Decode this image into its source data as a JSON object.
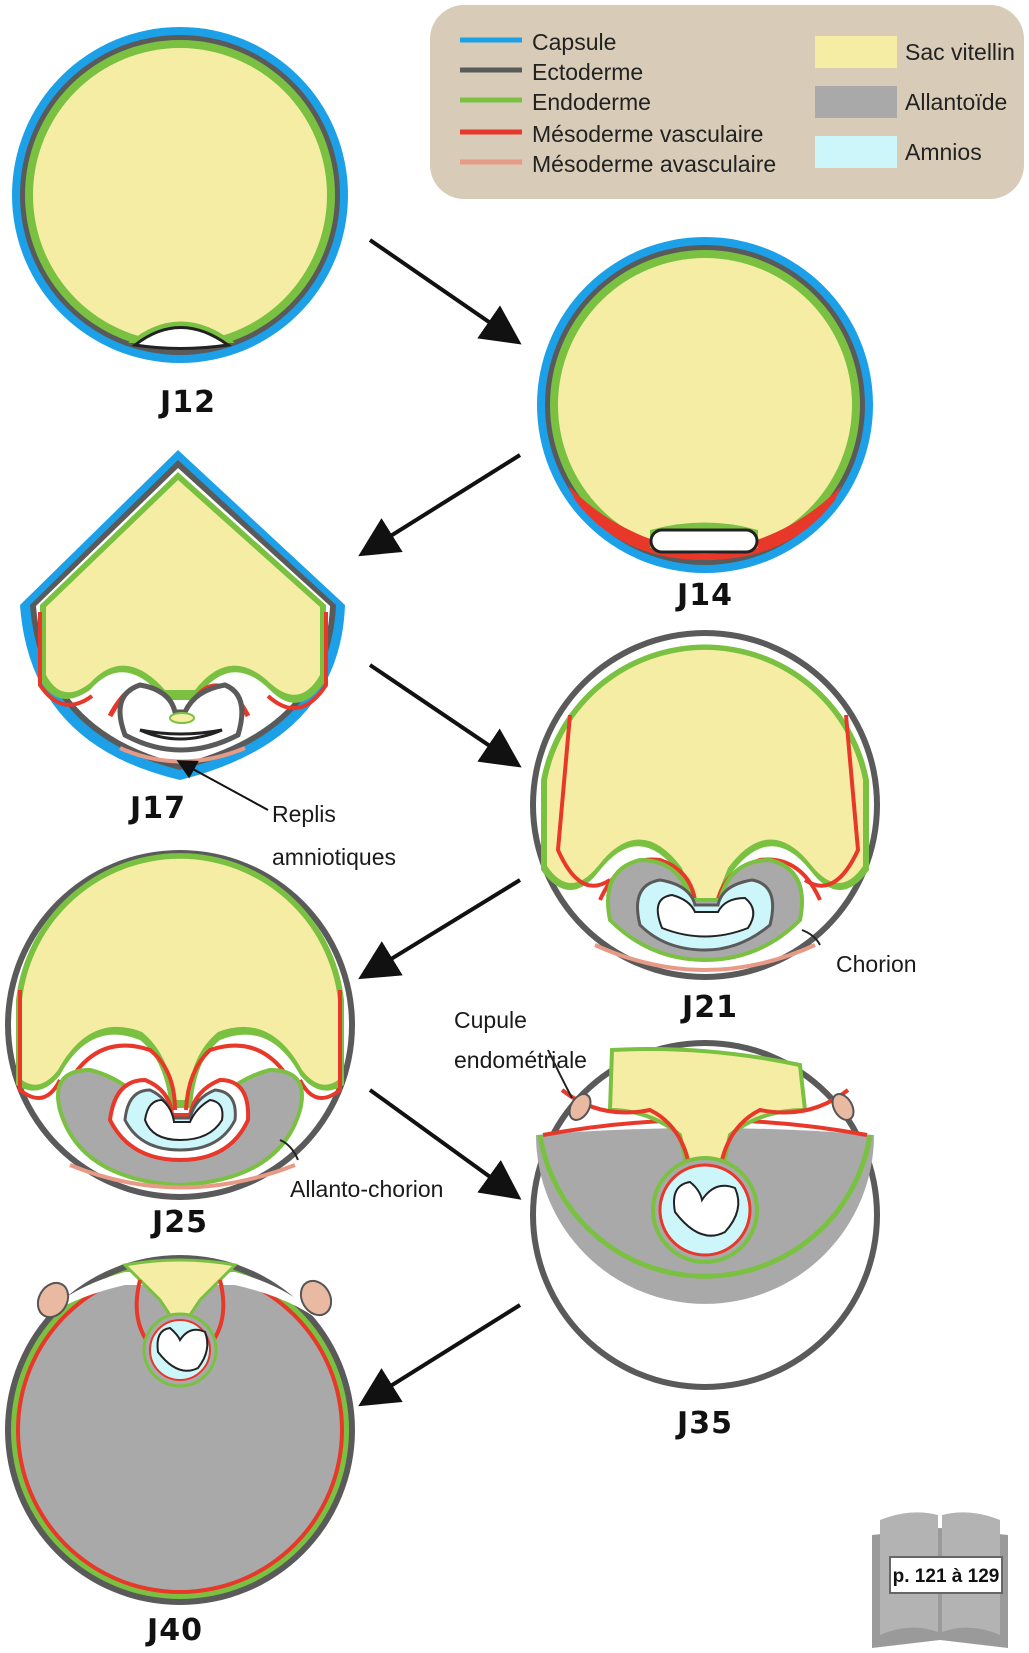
{
  "colors": {
    "capsule": "#1ca0e8",
    "ectoderm": "#5a5a5a",
    "endoderm": "#7ac142",
    "mesoderm_vascular": "#e8382a",
    "mesoderm_avascular": "#e79a86",
    "yolk_sac": "#f6eda5",
    "allantois": "#a9a9a9",
    "amnion": "#cdf6fb",
    "legend_bg": "#d8ccb8",
    "arrow": "#111111",
    "cup": "#e9b9a2"
  },
  "legend": {
    "lines": [
      {
        "label": "Capsule",
        "color_key": "capsule"
      },
      {
        "label": "Ectoderme",
        "color_key": "ectoderm"
      },
      {
        "label": "Endoderme",
        "color_key": "endoderm"
      },
      {
        "label": "Mésoderme vasculaire",
        "color_key": "mesoderm_vascular"
      },
      {
        "label": "Mésoderme avasculaire",
        "color_key": "mesoderm_avascular"
      }
    ],
    "swatches": [
      {
        "label": "Sac vitellin",
        "color_key": "yolk_sac"
      },
      {
        "label": "Allantoïde",
        "color_key": "allantois"
      },
      {
        "label": "Amnios",
        "color_key": "amnion"
      }
    ]
  },
  "stages": [
    "J12",
    "J14",
    "J17",
    "J21",
    "J25",
    "J35",
    "J40"
  ],
  "annotations": {
    "replis_line1": "Replis",
    "replis_line2": "amniotiques",
    "chorion": "Chorion",
    "cupule_line1": "Cupule",
    "cupule_line2": "endométriale",
    "allanto_chorion": "Allanto-chorion"
  },
  "book": {
    "text": "p. 121 à 129",
    "icon": "book-icon"
  }
}
